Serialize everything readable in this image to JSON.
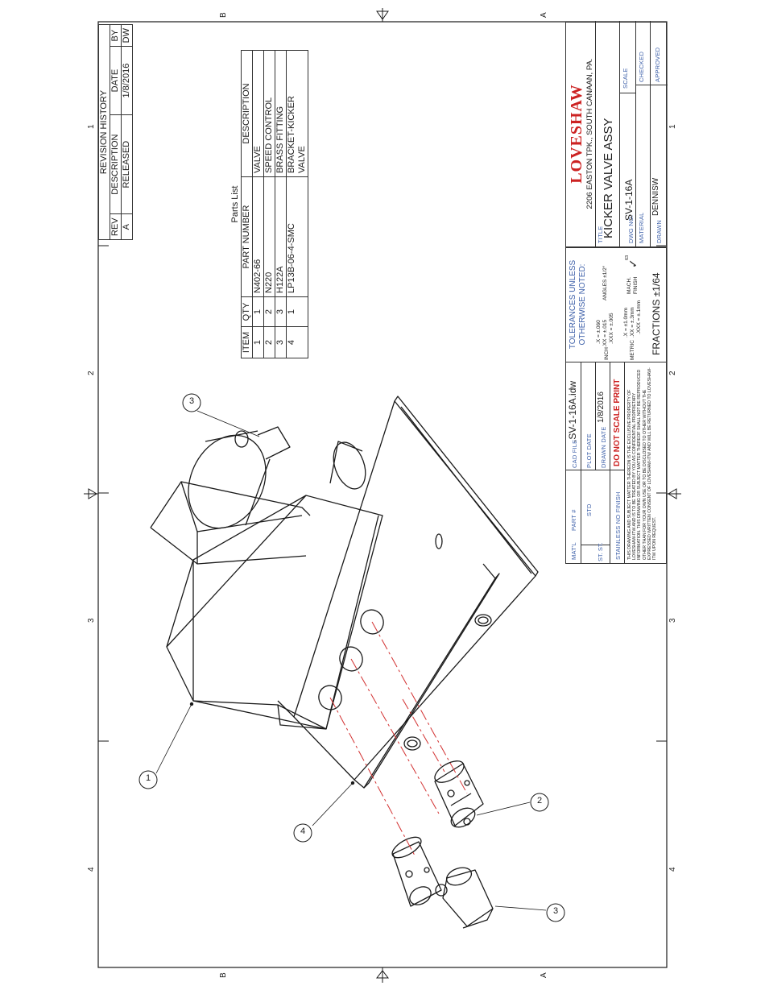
{
  "zone_labels": {
    "top": [
      "B",
      "A"
    ],
    "bottom": [
      "B",
      "A"
    ],
    "left": [
      "1",
      "2",
      "3",
      "4"
    ],
    "right": [
      "1",
      "2",
      "3",
      "4"
    ]
  },
  "revision_history": {
    "title": "REVISION HISTORY",
    "headers": [
      "REV",
      "DESCRIPTION",
      "DATE",
      "BY"
    ],
    "rows": [
      [
        "A",
        "RELEASED",
        "1/8/2016",
        "DW"
      ]
    ]
  },
  "parts_list": {
    "title": "Parts List",
    "headers": [
      "ITEM",
      "QTY",
      "PART NUMBER",
      "DESCRIPTION"
    ],
    "rows": [
      [
        "1",
        "1",
        "N402-66",
        "VALVE"
      ],
      [
        "2",
        "2",
        "N220",
        "SPEED CONTROL"
      ],
      [
        "3",
        "3",
        "H122A",
        "BRASS FITTING"
      ],
      [
        "4",
        "1",
        "LP13B-06-4-SMC",
        "BRACKET-KICKER"
      ],
      [
        "",
        "",
        "",
        "VALVE"
      ]
    ]
  },
  "title_block": {
    "company": "LOVESHAW",
    "address": "2206 EASTON TPK., SOUTH CANAAN, PA.",
    "title_label": "TITLE",
    "title": "KICKER VALVE ASSY",
    "dwg_no_label": "DWG NO.",
    "dwg_no": "SV-1-16A",
    "material_label": "MATERIAL",
    "drawn_label": "DRAWN",
    "drawn": "DENNISW",
    "scale_label": "SCALE",
    "checked_label": "CHECKED",
    "approved_label": "APPROVED",
    "tolerances_title": "TOLERANCES UNLESS OTHERWISE NOTED:",
    "inch_label": "INCH",
    "inch_x": ".X = ±.060",
    "inch_xx": ".XX = ±.015",
    "inch_xxx": ".XXX = ±.005",
    "angles": "ANGLES ±1/2°",
    "metric_label": "METRIC",
    "metric_x": ".X = ±1.0mm",
    "metric_xx": ".XX = ±.3mm",
    "metric_xxx": ".XXX = ±.1mm",
    "mach_finish": "MACH. FINISH",
    "finish_value": "63",
    "fractions": "FRACTIONS ±1/64",
    "cad_file_label": "CAD FILE",
    "cad_file": ".SV-1-16A.idw",
    "plot_date_label": "PLOT DATE",
    "drawn_date_label": "DRAWN DATE",
    "drawn_date": "1/8/2016",
    "do_not_scale": "DO NOT SCALE PRINT",
    "matl_label": "MAT'L",
    "matl_value": "ST. ST.",
    "part_label": "PART #",
    "std": "STD",
    "finish_note": "STAINLESS   NO FINISH",
    "proprietary": "THIS DRAWING AND SUBJECT MATTER THEREON IS THE EXCLUSIVE PROPERTY OF LOVESHAW-ITW AND IS TO BE TREATED BY YOU AS CONFIDENTIAL PROPRIETARY INFORMATION. THIS DRAWING OR SUBJECT MATTER THEREOF SHALL NOT BE REPRODUCED OTHER THAN FOR YOUR OWN USE OR TO BE DISCLOSED TO OTHER WITHOUT THE EXPRESSED WRITTEN CONSENT OF LOVESHAW-ITW AND WILL BE RETURNED TO LOVESHAW-ITW UPON REQUEST."
  },
  "balloons": [
    "1",
    "2",
    "3",
    "3",
    "4"
  ],
  "colors": {
    "line": "#1a1a1a",
    "accent_red": "#cc2222",
    "label_blue": "#3b5ea8",
    "centerline": "#d23030"
  }
}
